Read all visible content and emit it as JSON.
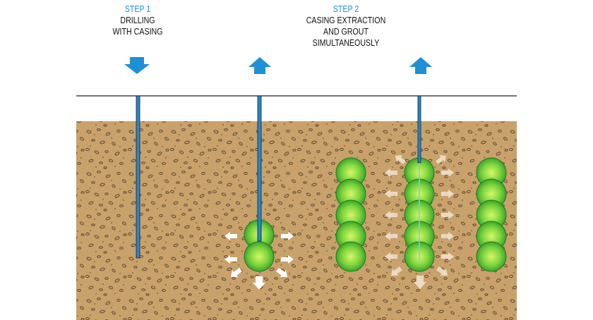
{
  "steps": [
    {
      "title": "STEP 1",
      "line1": "DRILLING",
      "line2": "WITH CASING"
    },
    {
      "title": "STEP 2",
      "line1": "CASING EXTRACTION",
      "line2": "AND  GROUT SIMULTANEOUSLY"
    }
  ],
  "colors": {
    "soil": "#c9a16a",
    "pebble": "#5a4733",
    "casing": "#2b86c6",
    "arrow_blue": "#1f8fd6",
    "grout_center": "#c8f060",
    "grout_edge": "#2ea42e"
  },
  "icons": [
    "arrow-down-icon",
    "arrow-up-icon",
    "arrow-up-icon",
    "arrow-up-icon"
  ],
  "columns": [
    {
      "name": "casing-only",
      "grout_bulbs": 0,
      "direction": "down"
    },
    {
      "name": "start-extraction",
      "grout_bulbs": 2,
      "direction": "up"
    },
    {
      "name": "completed-left",
      "grout_bulbs": 5,
      "direction": "none"
    },
    {
      "name": "extraction-in-progress",
      "grout_bulbs": 5,
      "direction": "up"
    },
    {
      "name": "completed-right",
      "grout_bulbs": 5,
      "direction": "none"
    }
  ]
}
